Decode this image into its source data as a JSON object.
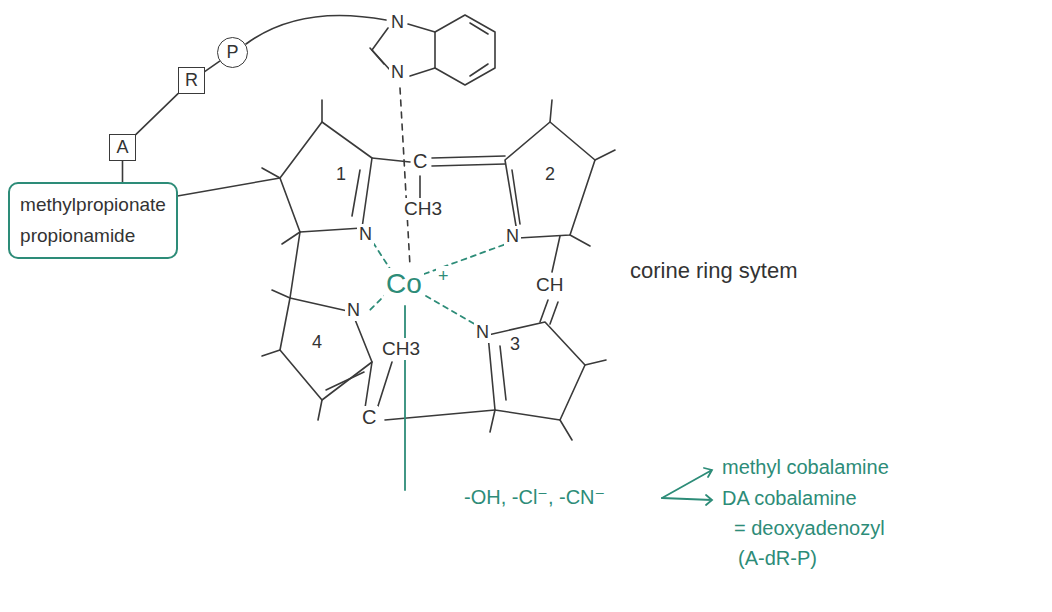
{
  "diagram": {
    "nodes": [
      {
        "text": [
          "P"
        ]
      },
      {
        "text": [
          "R"
        ]
      },
      {
        "text": [
          "A"
        ]
      },
      {
        "text": [
          "methylpropionate propionamide"
        ]
      }
    ],
    "edges": [
      {
        "from": 0,
        "to": 1,
        "arrow": "none"
      },
      {
        "from": 1,
        "to": 2,
        "arrow": "none"
      },
      {
        "from": 2,
        "to": 3,
        "arrow": "none"
      }
    ],
    "labels": [
      "N",
      "N",
      "C",
      "CH3",
      "1",
      "2",
      "N",
      "N",
      "CH",
      "Co",
      "+",
      "N",
      "N",
      "4",
      "3",
      "CH3",
      "C",
      "corine ring sytem",
      "-OH, -Cl⁻, -CN⁻",
      "methyl cobalamine",
      "DA cobalamine",
      "= deoxyadenozyl",
      "(A-dR-P)"
    ]
  }
}
